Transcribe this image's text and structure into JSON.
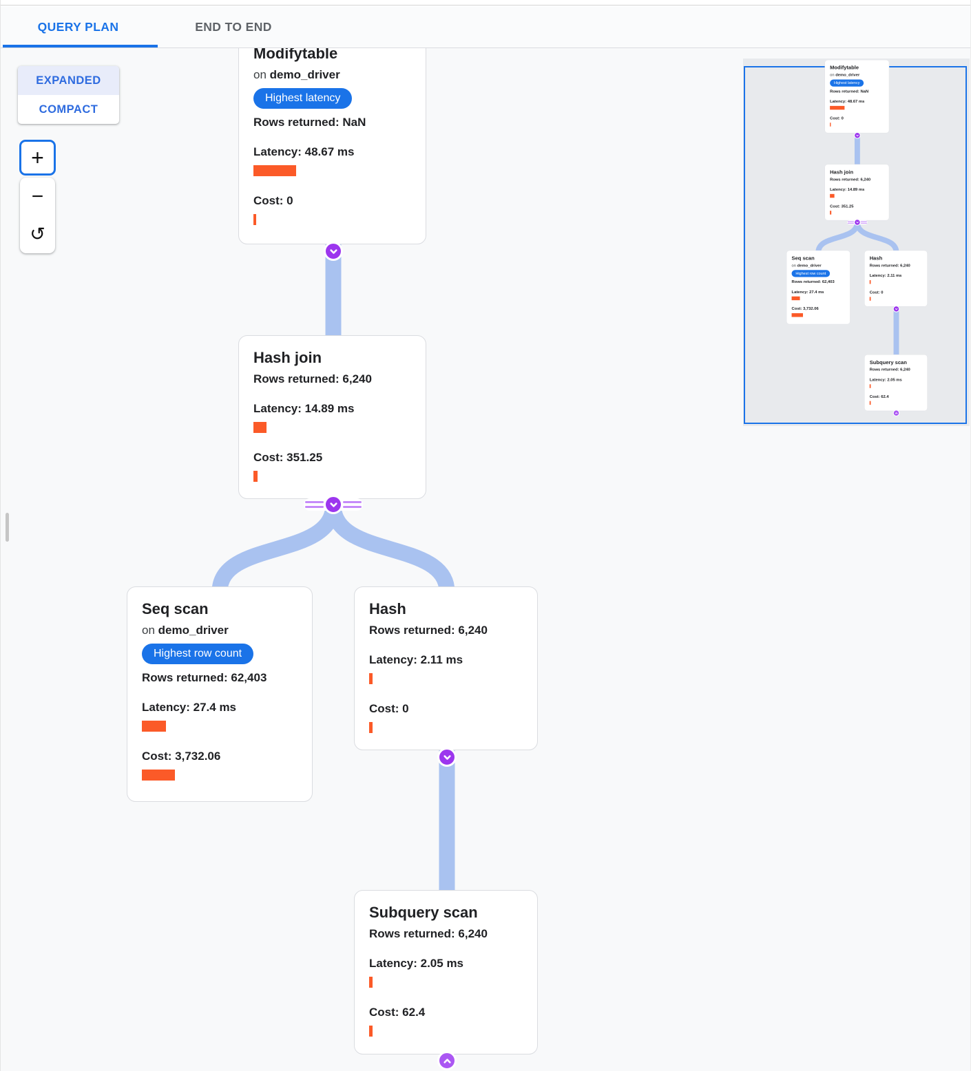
{
  "header": {
    "tabs": [
      {
        "label": "QUERY PLAN",
        "active": true
      },
      {
        "label": "END TO END",
        "active": false
      }
    ]
  },
  "controls": {
    "view_modes": [
      {
        "label": "EXPANDED",
        "selected": true
      },
      {
        "label": "COMPACT",
        "selected": false
      }
    ],
    "zoom_in_label": "+",
    "zoom_out_label": "−",
    "reset_label": "↺"
  },
  "colors": {
    "accent_blue": "#1a73e8",
    "badge_blue": "#1a73e8",
    "bar_orange": "#fb5a28",
    "edge_blue": "#a9c2f0",
    "connector_purple": "#9c36ee",
    "connector_purple_light": "#ab57f3",
    "connector_lines_purple": "#c58af9",
    "canvas_bg": "#f8f9fa",
    "minimap_bg": "#e8eaed"
  },
  "diagram": {
    "nodes": [
      {
        "id": "modifytable",
        "title": "Modifytable",
        "on_prefix": "on",
        "table": "demo_driver",
        "badge": "Highest latency",
        "rows": "Rows returned: NaN",
        "latency": "Latency: 48.67 ms",
        "cost": "Cost: 0",
        "rows_value": "NaN",
        "latency_ms": 48.67,
        "cost_value": 0
      },
      {
        "id": "hash-join",
        "title": "Hash join",
        "rows": "Rows returned: 6,240",
        "latency": "Latency: 14.89 ms",
        "cost": "Cost: 351.25",
        "rows_value": "6,240",
        "latency_ms": 14.89,
        "cost_value": 351.25
      },
      {
        "id": "seq-scan",
        "title": "Seq scan",
        "on_prefix": "on",
        "table": "demo_driver",
        "badge": "Highest row count",
        "rows": "Rows returned: 62,403",
        "latency": "Latency: 27.4 ms",
        "cost": "Cost: 3,732.06",
        "rows_value": "62,403",
        "latency_ms": 27.4,
        "cost_value": 3732.06
      },
      {
        "id": "hash",
        "title": "Hash",
        "rows": "Rows returned: 6,240",
        "latency": "Latency: 2.11 ms",
        "cost": "Cost: 0",
        "rows_value": "6,240",
        "latency_ms": 2.11,
        "cost_value": 0
      },
      {
        "id": "subquery-scan",
        "title": "Subquery scan",
        "rows": "Rows returned: 6,240",
        "latency": "Latency: 2.05 ms",
        "cost": "Cost: 62.4",
        "rows_value": "6,240",
        "latency_ms": 2.05,
        "cost_value": 62.4
      }
    ],
    "edges": [
      {
        "from": "modifytable",
        "to": "hash-join"
      },
      {
        "from": "hash-join",
        "to": "seq-scan"
      },
      {
        "from": "hash-join",
        "to": "hash"
      },
      {
        "from": "hash",
        "to": "subquery-scan"
      }
    ]
  }
}
